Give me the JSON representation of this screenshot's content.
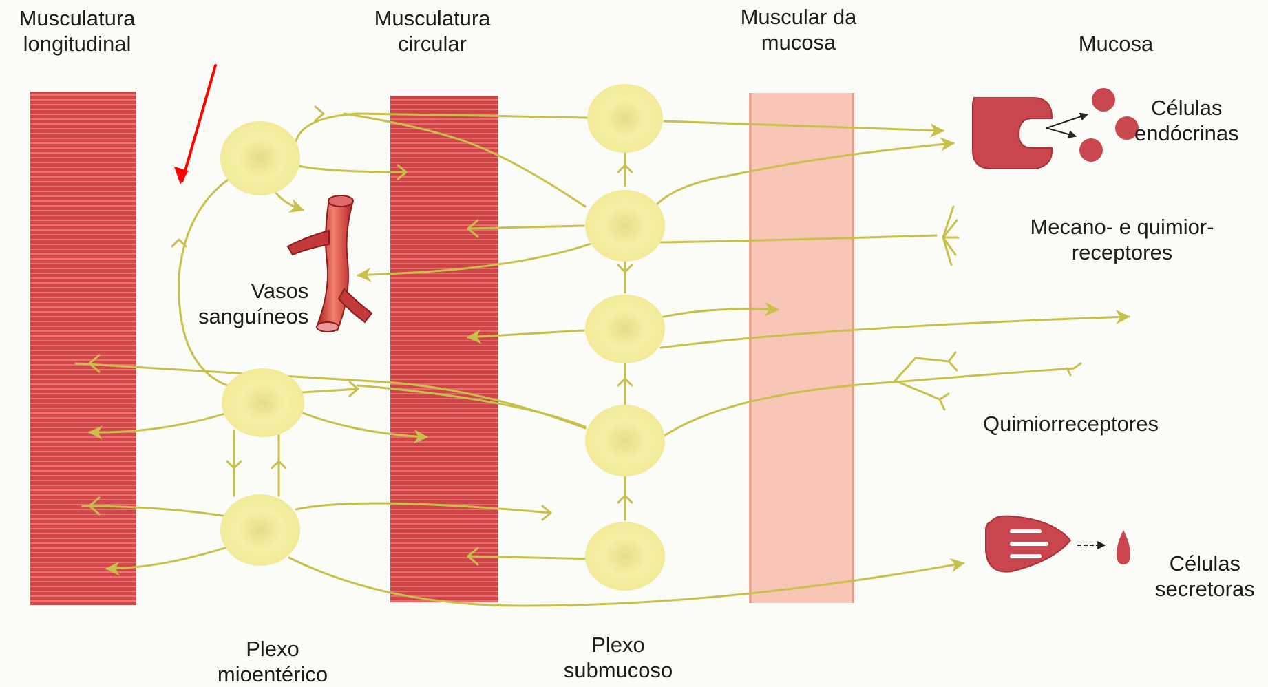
{
  "layers": {
    "longitudinal": [
      "Musculatura",
      "longitudinal"
    ],
    "circular": [
      "Musculatura",
      "circular"
    ],
    "muscularis_mucosae": [
      "Muscular da",
      "mucosa"
    ],
    "mucosa": "Mucosa"
  },
  "effectors": {
    "endocrine": [
      "Células",
      "endócrinas"
    ],
    "receptors": [
      "Mecano- e quimior-",
      "receptores"
    ],
    "chemoreceptors": "Quimiorreceptores",
    "secretory": [
      "Células",
      "secretoras"
    ],
    "vessels": [
      "Vasos",
      "sanguíneos"
    ]
  },
  "plexuses": {
    "myenteric": [
      "Plexo",
      "mioentérico"
    ],
    "submucosal": [
      "Plexo",
      "submucoso"
    ]
  },
  "colors": {
    "muscle": "#d24848",
    "muscle_stripe": "#e87070",
    "mucosa_band": "#f6c4b4",
    "ganglion": "#f6f0a4",
    "nerve": "#c8c04a",
    "cell": "#c9464e",
    "annotation_arrow": "#ff0000"
  }
}
